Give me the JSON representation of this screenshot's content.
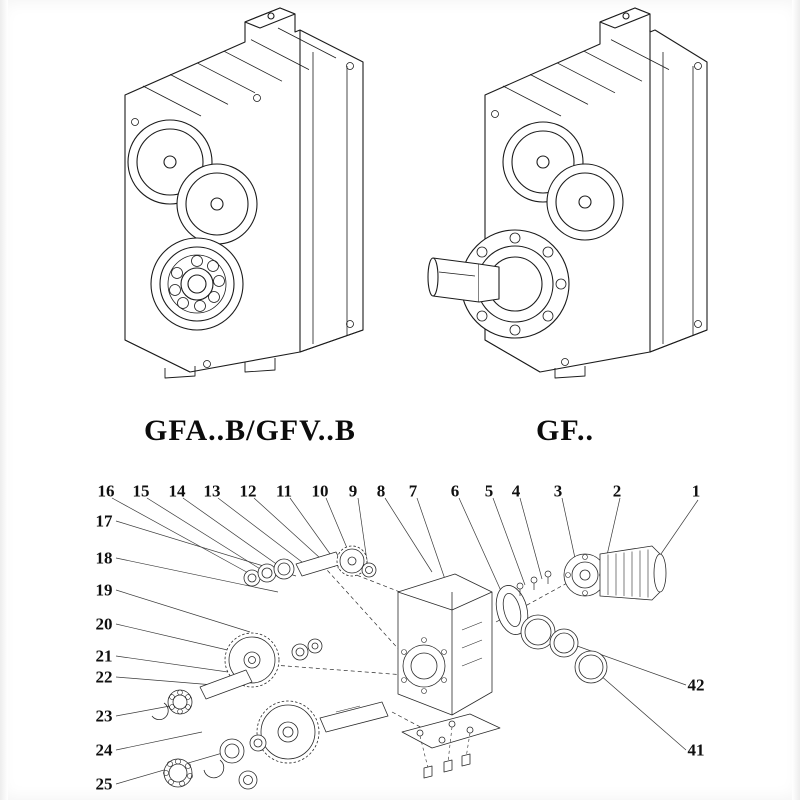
{
  "page": {
    "background": "#ffffff",
    "line_color": "#1c1c1c"
  },
  "figures": [
    {
      "label": "GFA..B/GFV..B"
    },
    {
      "label": "GF.."
    }
  ],
  "exploded": {
    "callouts_top": [
      "16",
      "15",
      "14",
      "13",
      "12",
      "11",
      "10",
      "9",
      "8",
      "7",
      "6",
      "5",
      "4",
      "3",
      "2",
      "1"
    ],
    "callouts_left": [
      "17",
      "18",
      "19",
      "20",
      "21",
      "22",
      "23",
      "24",
      "25"
    ],
    "callouts_right": [
      "42",
      "41"
    ]
  }
}
